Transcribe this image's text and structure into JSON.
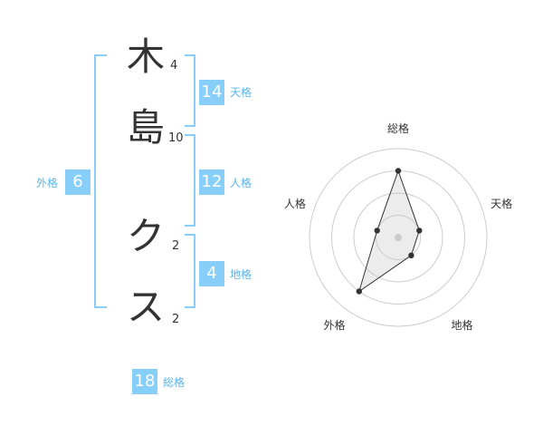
{
  "name": {
    "chars": [
      {
        "char": "木",
        "strokes": "4"
      },
      {
        "char": "島",
        "strokes": "10"
      },
      {
        "char": "ク",
        "strokes": "2"
      },
      {
        "char": "ス",
        "strokes": "2"
      }
    ]
  },
  "kakusuu": {
    "tenkaku": {
      "value": "14",
      "label": "天格"
    },
    "jinkaku": {
      "value": "12",
      "label": "人格"
    },
    "chikaku": {
      "value": "4",
      "label": "地格"
    },
    "gaikaku": {
      "value": "6",
      "label": "外格"
    },
    "soukaku": {
      "value": "18",
      "label": "総格"
    }
  },
  "chart_data": {
    "type": "radar",
    "axes": [
      "総格",
      "天格",
      "地格",
      "外格",
      "人格"
    ],
    "values": [
      3,
      1,
      1,
      3,
      1
    ],
    "max": 4,
    "rings": 4,
    "colors": {
      "line": "#333333",
      "fill": "rgba(200,200,200,0.35)",
      "grid": "#cccccc",
      "center": "#cccccc"
    }
  },
  "colors": {
    "accent": "#87cff8",
    "accent_text": "#5ab4ee",
    "text": "#333333"
  }
}
